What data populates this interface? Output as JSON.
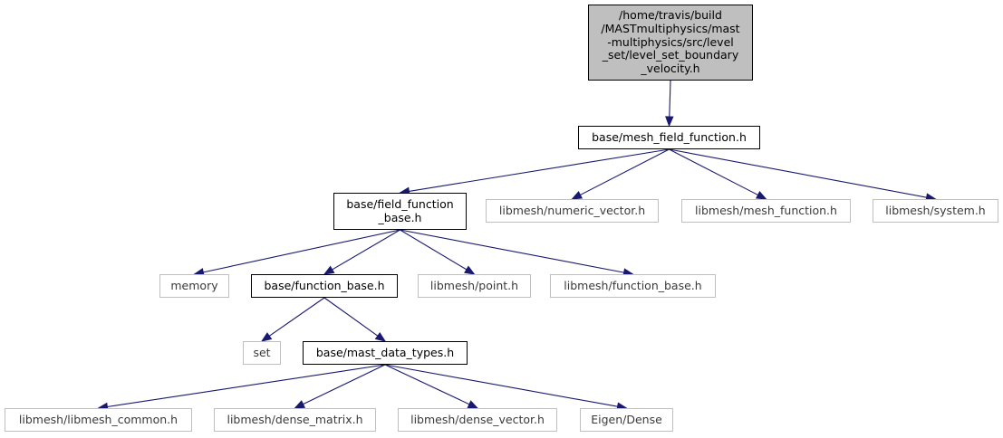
{
  "graph": {
    "edge_color": "#191970",
    "nodes": [
      {
        "id": "root",
        "label": "/home/travis/build\n/MASTmultiphysics/mast\n-multiphysics/src/level\n_set/level_set_boundary\n_velocity.h",
        "kind": "root"
      },
      {
        "id": "mesh_field_function",
        "label": "base/mesh_field_function.h",
        "kind": "local"
      },
      {
        "id": "field_function_base",
        "label": "base/field_function\n_base.h",
        "kind": "local"
      },
      {
        "id": "numeric_vector",
        "label": "libmesh/numeric_vector.h",
        "kind": "external"
      },
      {
        "id": "mesh_function",
        "label": "libmesh/mesh_function.h",
        "kind": "external"
      },
      {
        "id": "system",
        "label": "libmesh/system.h",
        "kind": "external"
      },
      {
        "id": "memory",
        "label": "memory",
        "kind": "external"
      },
      {
        "id": "function_base",
        "label": "base/function_base.h",
        "kind": "local"
      },
      {
        "id": "point",
        "label": "libmesh/point.h",
        "kind": "external"
      },
      {
        "id": "libmesh_function_base",
        "label": "libmesh/function_base.h",
        "kind": "external"
      },
      {
        "id": "set",
        "label": "set",
        "kind": "external"
      },
      {
        "id": "mast_data_types",
        "label": "base/mast_data_types.h",
        "kind": "local"
      },
      {
        "id": "libmesh_common",
        "label": "libmesh/libmesh_common.h",
        "kind": "external"
      },
      {
        "id": "dense_matrix",
        "label": "libmesh/dense_matrix.h",
        "kind": "external"
      },
      {
        "id": "dense_vector",
        "label": "libmesh/dense_vector.h",
        "kind": "external"
      },
      {
        "id": "eigen_dense",
        "label": "Eigen/Dense",
        "kind": "external"
      }
    ],
    "edges": [
      [
        "root",
        "mesh_field_function"
      ],
      [
        "mesh_field_function",
        "field_function_base"
      ],
      [
        "mesh_field_function",
        "numeric_vector"
      ],
      [
        "mesh_field_function",
        "mesh_function"
      ],
      [
        "mesh_field_function",
        "system"
      ],
      [
        "field_function_base",
        "memory"
      ],
      [
        "field_function_base",
        "function_base"
      ],
      [
        "field_function_base",
        "point"
      ],
      [
        "field_function_base",
        "libmesh_function_base"
      ],
      [
        "function_base",
        "set"
      ],
      [
        "function_base",
        "mast_data_types"
      ],
      [
        "mast_data_types",
        "libmesh_common"
      ],
      [
        "mast_data_types",
        "dense_matrix"
      ],
      [
        "mast_data_types",
        "dense_vector"
      ],
      [
        "mast_data_types",
        "eigen_dense"
      ]
    ]
  }
}
